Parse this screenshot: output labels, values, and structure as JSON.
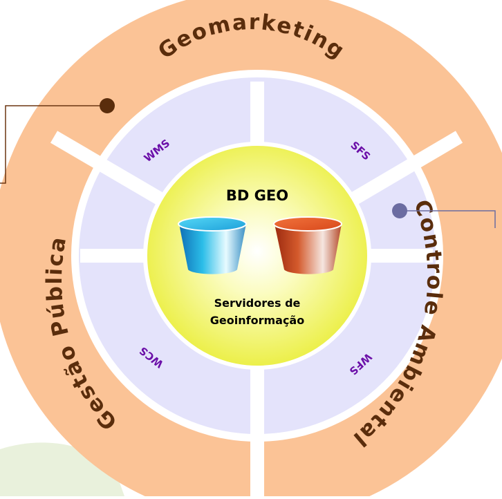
{
  "outer_ring": {
    "top": "Geomarketing",
    "right": "Controle Ambiental",
    "left": "Gestão Pública",
    "color": "#fbc396"
  },
  "services_ring": {
    "top_left": "WMS",
    "top_right": "SFS",
    "bottom_left": "WCS",
    "bottom_right": "WFS",
    "color": "#e4e3fb",
    "label_color": "#6b0fa8"
  },
  "center": {
    "title": "BD GEO",
    "subtitle_line1": "Servidores de",
    "subtitle_line2": "Geoinformação",
    "fill_color": "#eff243"
  },
  "colors": {
    "outer_text": "#5a2d0c",
    "left_connector": "#6b3511",
    "right_connector": "#6b6ca1",
    "background_blob": "#e9f1dc"
  }
}
